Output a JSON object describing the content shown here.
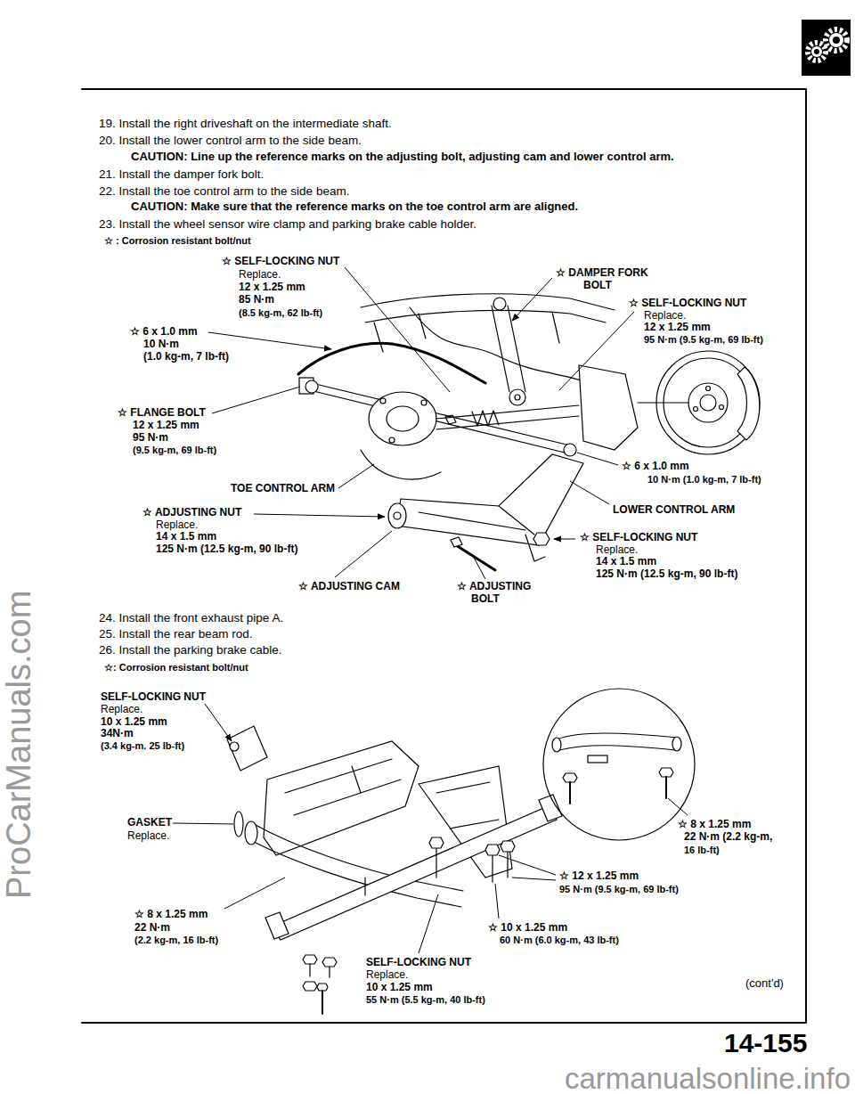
{
  "diagram": {
    "labels": [
      "19. Install the right driveshaft on the intermediate shaft.",
      "20. Install the lower control arm to the side beam.",
      "CAUTION: Line up the reference marks on the adjusting bolt, adjusting cam and lower control arm.",
      "21. Install the damper fork bolt.",
      "22. Install the toe control arm to the side beam.",
      "CAUTION: Make sure that the reference marks on the toe control arm are aligned.",
      "23. Install the wheel sensor wire clamp and parking brake cable holder.",
      "☆ : Corrosion resistant bolt/nut",
      "☆ SELF-LOCKING NUT",
      "Replace.",
      "12 x 1.25 mm",
      "85 N·m",
      "(8.5 kg-m, 62 lb-ft)",
      "☆ DAMPER FORK",
      "BOLT",
      "☆ SELF-LOCKING NUT",
      "Replace.",
      "12 x 1.25 mm",
      "95 N·m (9.5 kg-m, 69 lb-ft)",
      "☆ 6 x 1.0 mm",
      "10 N·m",
      "(1.0 kg-m, 7 lb-ft)",
      "☆ FLANGE BOLT",
      "12 x 1.25 mm",
      "95 N·m",
      "(9.5 kg-m, 69 lb-ft)",
      "☆ 6 x 1.0 mm",
      "10 N·m (1.0 kg-m, 7 lb-ft)",
      "TOE CONTROL ARM",
      "☆ ADJUSTING NUT",
      "Replace.",
      "14 x 1.5 mm",
      "125 N·m (12.5 kg-m, 90 lb-ft)",
      "LOWER CONTROL ARM",
      "☆ SELF-LOCKING NUT",
      "Replace.",
      "14 x 1.5 mm",
      "125 N·m (12.5 kg-m, 90 lb-ft)",
      "☆ ADJUSTING CAM",
      "☆ ADJUSTING",
      "BOLT",
      "24. Install the front exhaust pipe A.",
      "25. Install the rear beam rod.",
      "26. Install the parking brake cable.",
      "☆: Corrosion resistant bolt/nut",
      "SELF-LOCKING NUT",
      "Replace.",
      "10 x 1.25 mm",
      "34N·m",
      "(3.4 kg-m. 25 lb-ft)",
      "GASKET",
      "Replace.",
      "☆ 8 x 1.25 mm",
      "22 N·m (2.2 kg-m,",
      "16 lb-ft)",
      "☆ 12 x 1.25 mm",
      "95 N·m (9.5 kg-m, 69 lb-ft)",
      "☆ 8 x 1.25 mm",
      "22 N·m",
      "(2.2 kg-m, 16 lb-ft)",
      "☆ 10 x 1.25 mm",
      "60 N·m (6.0 kg-m, 43 lb-ft)",
      "SELF-LOCKING NUT",
      "Replace.",
      "10 x 1.25 mm",
      "55 N·m (5.5 kg-m, 40 lb-ft)",
      "(cont'd)",
      "14-155",
      "ProCarManuals.com",
      "carmanualsonline.info"
    ]
  }
}
